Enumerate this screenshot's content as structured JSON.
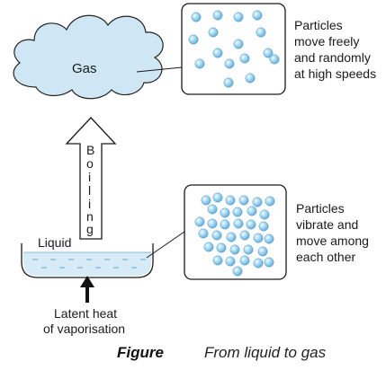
{
  "gas": {
    "cloud_label": "Gas",
    "description": [
      "Particles",
      "move freely",
      "and randomly",
      "at high speeds"
    ]
  },
  "boiling": {
    "letters": [
      "B",
      "o",
      "i",
      "l",
      "i",
      "n",
      "g"
    ]
  },
  "liquid": {
    "label": "Liquid",
    "description": [
      "Particles",
      "vibrate and",
      "move among",
      "each other"
    ]
  },
  "heat": {
    "label_lines": [
      "Latent heat",
      "of vaporisation"
    ]
  },
  "caption": {
    "figure_word": "Figure",
    "text": "From liquid to gas"
  },
  "colors": {
    "cloud": "#cfe6f4",
    "cloud_outline": "#222222",
    "particle": "#8ccaee",
    "particle_highlight": "#e8f6ff",
    "liquid": "#d6ebf6"
  }
}
